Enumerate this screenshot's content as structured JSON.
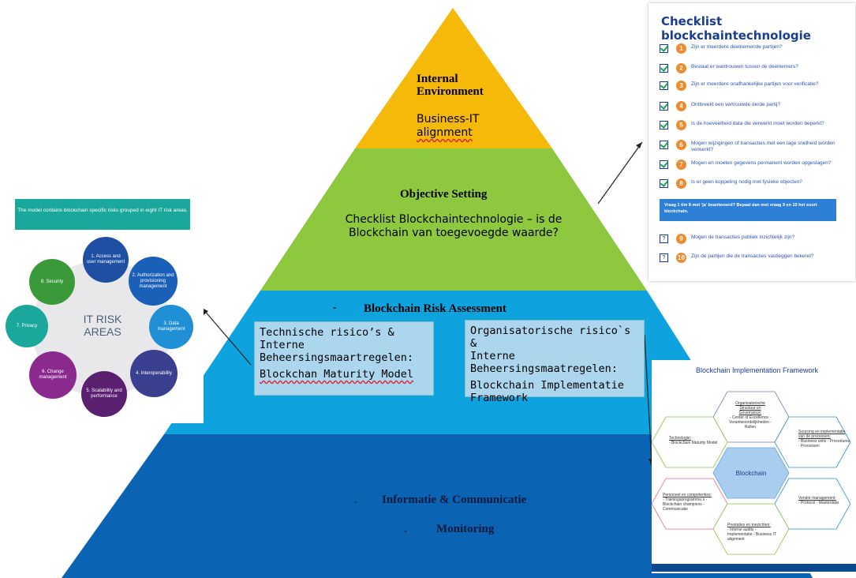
{
  "pyramid": {
    "internal": {
      "title_line1": "Internal",
      "title_line2": "Environment",
      "sub_line1": "Business-IT",
      "sub_line2": "alignment",
      "color": "#f5b90a"
    },
    "objective": {
      "title": "Objective Setting",
      "sub_line1": "Checklist Blockchaintechnologie – is de",
      "sub_line2": "Blockchain van toegevoegde waarde?",
      "color": "#8dc83f"
    },
    "risk": {
      "title": "Blockchain Risk Assessment",
      "bullet": "-",
      "color": "#0ea3df"
    },
    "info": {
      "title": "Informatie & Communicatie",
      "bullet": "-",
      "color": "#0b63b4"
    },
    "monitoring": {
      "title": "Monitoring",
      "bullet": "-"
    }
  },
  "boxes": {
    "left": {
      "line1": "Technische risico’s & Interne",
      "line2": "Beheersingsmaartregelen:",
      "line3": "Blockchan Maturity Model"
    },
    "right": {
      "line1": "Organisatorische risico`s &",
      "line2": "Interne",
      "line3": "Beheersingsmaatregelen:",
      "line4": "Blockchain Implementatie",
      "line5": "Framework"
    }
  },
  "checklist": {
    "title": "Checklist blockchaintechnologie",
    "items": [
      {
        "n": "1",
        "text": "Zijn er meerdere deelnemende partijen?"
      },
      {
        "n": "2",
        "text": "Bestaat er wantrouwen tussen de deelnemers?"
      },
      {
        "n": "3",
        "text": "Zijn er meerdere onafhankelijke partijen voor verificatie?"
      },
      {
        "n": "4",
        "text": "Ontbreekt een vertrouwde derde partij?"
      },
      {
        "n": "5",
        "text": "Is de hoeveelheid data die verwerkt moet worden beperkt?"
      },
      {
        "n": "6",
        "text": "Mogen wijzigingen of transacties met een lage snelheid worden verwerkt?"
      },
      {
        "n": "7",
        "text": "Mogen en moeten gegevens permanent worden opgeslagen?"
      },
      {
        "n": "8",
        "text": "Is er geen koppeling nodig met fysieke objecten?"
      }
    ],
    "banner": "Vraag 1 t/m 8 met 'ja' beantwoord? Bepaal dan met vraag 9 en 10 het soort blockchain.",
    "extra": [
      {
        "n": "9",
        "mark": "?",
        "text": "Mogen de transacties publiek inzichtelijk zijn?"
      },
      {
        "n": "10",
        "mark": "?",
        "text": "Zijn de partijen die de transacties vastleggen bekend?"
      }
    ]
  },
  "it_risk": {
    "header": "The model contains blockchain specific risks grouped in eight IT risk areas.",
    "center_line1": "IT RISK",
    "center_line2": "AREAS",
    "areas": [
      {
        "label": "1. Access and user management",
        "color": "#1f4fa3"
      },
      {
        "label": "2. Authorization and provisioning management",
        "color": "#1a5fb8"
      },
      {
        "label": "3. Data management",
        "color": "#1f8fd6"
      },
      {
        "label": "4. Interoperability",
        "color": "#3a3f8f"
      },
      {
        "label": "5. Scalability and performance",
        "color": "#5a1f6e"
      },
      {
        "label": "6. Change management",
        "color": "#8a2a8e"
      },
      {
        "label": "7. Privacy",
        "color": "#1aa89c"
      },
      {
        "label": "8. Security",
        "color": "#3a9a3a"
      }
    ]
  },
  "framework": {
    "title": "Blockchain Implementation Framework",
    "center": "Blockchain",
    "cells": [
      {
        "title": "Organisatorische Structuur en Governance:",
        "body": "- Center of Excellence - Verantwoordelijkheden - Rollen"
      },
      {
        "title": "Technologie:",
        "body": "- Blockchain Maturity Model"
      },
      {
        "title": "Sourcing en implementatie van de processen:",
        "body": "- Business units - Procedures - Processen"
      },
      {
        "title": "Personeel en competenties:",
        "body": "- Trainingsprogramma`s - Blockchain champions - Communicatie"
      },
      {
        "title": "Vendor management:",
        "body": "- Protocol - Masterdata"
      },
      {
        "title": "Prestaties en toezichten:",
        "body": "- Interne audits - Implementatie - Business IT alignment"
      }
    ]
  }
}
